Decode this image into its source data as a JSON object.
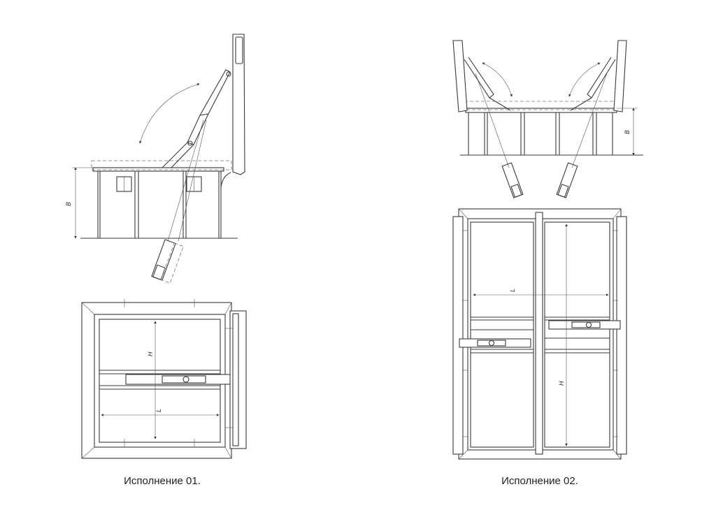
{
  "variants": [
    {
      "caption": "Исполнение 01.",
      "dims": {
        "height_side": "B",
        "height_plan": "H",
        "width_plan": "L"
      }
    },
    {
      "caption": "Исполнение 02.",
      "dims": {
        "height_side": "B",
        "height_plan": "H",
        "width_plan": "L"
      }
    }
  ],
  "colors": {
    "line": "#3a3a3a",
    "background": "#ffffff"
  }
}
